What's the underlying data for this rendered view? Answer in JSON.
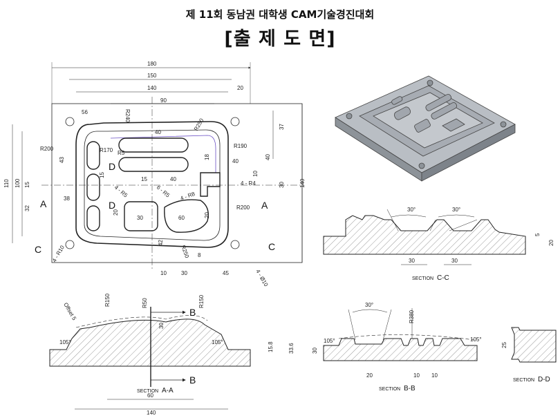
{
  "header": {
    "title": "제 11회 동남권 대학생 CAM기술경진대회",
    "subtitle": "[출  제    도  면]"
  },
  "plan": {
    "dims_top": [
      "180",
      "150",
      "140",
      "90",
      "20",
      "56"
    ],
    "dims_left": [
      "110",
      "100",
      "43",
      "15",
      "32",
      "38"
    ],
    "dims_right": [
      "37",
      "40",
      "18",
      "30",
      "10",
      "140"
    ],
    "dims_bottom": [
      "10",
      "30",
      "45",
      "42",
      "8"
    ],
    "radii": [
      "R240",
      "R250",
      "R200",
      "R170",
      "R5",
      "R190",
      "4 - R4",
      "4 - R5",
      "6 - R5",
      "4 - R8",
      "R200",
      "R250",
      "4 - R10",
      "4 - Ø10"
    ],
    "inner_dims": [
      "40",
      "40",
      "15",
      "40",
      "30",
      "60",
      "20",
      "20",
      "15"
    ],
    "letters": [
      "D",
      "D",
      "A",
      "A",
      "C",
      "C"
    ]
  },
  "section_cc": {
    "caption_small": "SECTION",
    "caption_letter": "C-C",
    "angles": [
      "30°",
      "30°"
    ],
    "dims": [
      "30",
      "30",
      "5",
      "20"
    ]
  },
  "section_aa": {
    "caption_small": "SECTION",
    "caption_letter": "A-A",
    "labels": [
      "Offset 5",
      "R150",
      "R50",
      "R150",
      "105°",
      "105°",
      "30",
      "15.8",
      "33.6",
      "60",
      "140"
    ],
    "letters": [
      "B",
      "B"
    ]
  },
  "section_bb": {
    "caption_small": "SECTION",
    "caption_letter": "B-B",
    "labels": [
      "30°",
      "R380",
      "105°",
      "105°",
      "30",
      "20",
      "10",
      "10"
    ]
  },
  "section_dd": {
    "caption_small": "SECTION",
    "caption_letter": "D-D",
    "labels": [
      "25"
    ]
  },
  "colors": {
    "line": "#222222",
    "accent": "#6a4fc4",
    "model_top": "#b9bec4",
    "model_side": "#8d9399"
  }
}
